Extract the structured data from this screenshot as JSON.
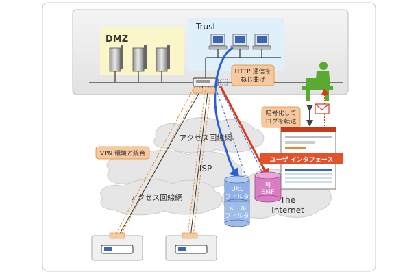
{
  "zones": {
    "dmz": "DMZ",
    "trust": "Trust"
  },
  "callouts": {
    "http_redirect": [
      "HTTP 通信を",
      "ねじ曲げ"
    ],
    "encrypt_log": [
      "暗号化して",
      "ログを転送"
    ],
    "vpn": "VPN 環境と統合",
    "user_interface": "ユーザ インタフェース"
  },
  "networks": {
    "access_top": "アクセス回線網",
    "isp": "ISP",
    "access_bottom": "アクセス回線網",
    "internet": [
      "The",
      "Internet"
    ]
  },
  "databases": {
    "url_filter": [
      "URL",
      "フィルタ"
    ],
    "mail_filter": [
      "メール",
      "フィルタ"
    ],
    "iij_smf": [
      "IIJ",
      "SMF"
    ]
  },
  "icons": {
    "server": "server-icon",
    "pc": "pc-icon",
    "router": "router-icon",
    "user": "user-at-desk-icon",
    "mail": "mail-envelope-icon",
    "window": "browser-window-icon"
  },
  "colors": {
    "trust_bg": "#dff0fb",
    "dmz_bg": "#fbf6c9",
    "callout_bg": "#f6c9a0",
    "orange_line": "#e58a2a",
    "blue_arrow": "#2a5fd8",
    "red_arrow": "#d93a1a",
    "ui_label_bg": "#e2522b",
    "user_green": "#5aaa32",
    "cloud": "#e6e6e6",
    "db_blue": "#8fb0e6",
    "db_pink": "#d97ec2"
  }
}
